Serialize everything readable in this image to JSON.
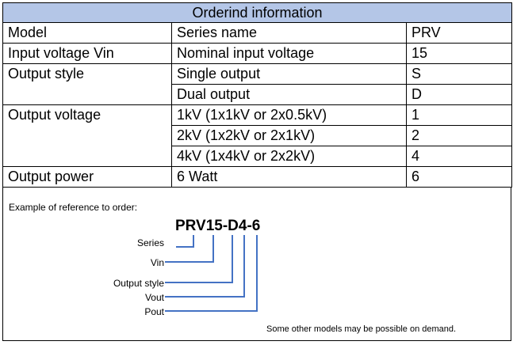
{
  "table": {
    "title": "Orderind information",
    "rows": [
      [
        "Model",
        "Series name",
        "PRV"
      ],
      [
        "Input voltage Vin",
        "Nominal input voltage",
        "15"
      ],
      [
        "Output style",
        "Single output",
        "S"
      ],
      [
        "",
        "Dual output",
        "D"
      ],
      [
        "Output voltage",
        "1kV (1x1kV or 2x0.5kV)",
        "1"
      ],
      [
        "",
        "2kV (1x2kV or 2x1kV)",
        "2"
      ],
      [
        "",
        "4kV (1x4kV or 2x2kV)",
        "4"
      ],
      [
        "Output power",
        "6 Watt",
        "6"
      ]
    ]
  },
  "example": {
    "title": "Example of reference to order:",
    "code": "PRV15-D4-6",
    "labels": [
      "Series",
      "Vin",
      "Output style",
      "Vout",
      "Pout"
    ],
    "note": "Some other models may be possible on demand.",
    "line_color": "#4472c4"
  }
}
